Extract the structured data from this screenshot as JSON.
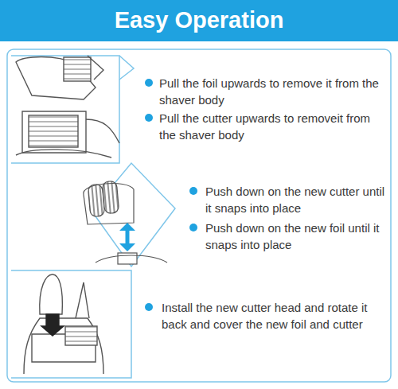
{
  "diagram": {
    "title": "Easy Operation",
    "labels": [
      "Pull the foil upwards to remove it from the shaver body",
      "Pull the cutter upwards to removeit from the shaver body",
      "Push down on the new cutter until it snaps into place",
      "Push down on the new foil until it snaps into place",
      "Install the new cutter head and rotate it back and cover the new foil and cutter"
    ]
  }
}
